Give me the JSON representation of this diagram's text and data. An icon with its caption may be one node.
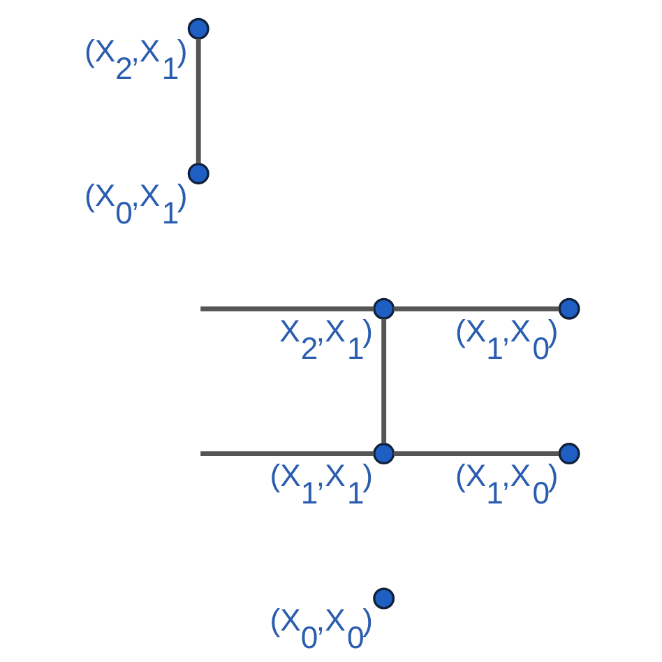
{
  "diagram": {
    "nodes": [
      {
        "text": [],
        "shape": "circle",
        "beside": [
          "X$_{2}$,X$_{1}$)"
        ]
      },
      {
        "text": [],
        "shape": "circle",
        "beside": [
          "(X$_{1}$,X$_{0}$)"
        ]
      },
      {
        "text": [],
        "shape": "circle",
        "beside": [
          "(X$_{2}$,X$_{1}$)"
        ]
      },
      {
        "text": [],
        "shape": "circle",
        "beside": [
          "(X$_{1}$,X$_{1}$)"
        ]
      },
      {
        "text": [],
        "shape": "circle",
        "beside": [
          "(X$_{1}$,X$_{0}$)"
        ]
      },
      {
        "text": [],
        "shape": "circle",
        "beside": [
          "(X$_{0}$,X$_{1}$)"
        ]
      },
      {
        "text": [],
        "shape": "circle",
        "beside": [
          "(X$_{0}$,X$_{0}$)"
        ]
      }
    ],
    "edges": [
      {
        "from": null,
        "to": 0,
        "arrow": "none"
      },
      {
        "from": null,
        "to": 3,
        "arrow": "none"
      },
      {
        "from": 0,
        "to": 1,
        "arrow": "none"
      },
      {
        "from": 0,
        "to": 3,
        "arrow": "none"
      },
      {
        "from": 3,
        "to": 4,
        "arrow": "none"
      },
      {
        "from": 2,
        "to": 5,
        "arrow": "none"
      }
    ]
  }
}
